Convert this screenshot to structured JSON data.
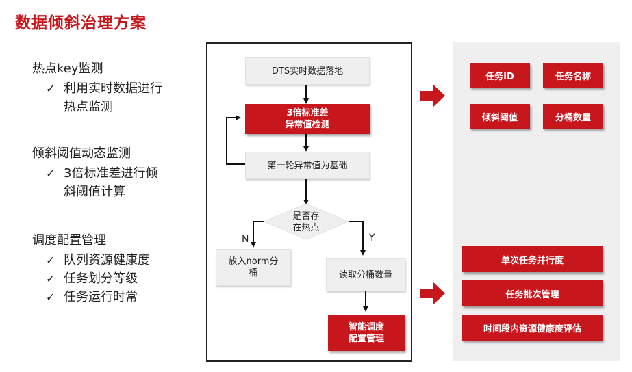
{
  "title": "数据倾斜治理方案",
  "sections": [
    {
      "heading": "热点key监测",
      "bullets": [
        {
          "line1": "利用实时数据进行",
          "line2": "热点监测"
        }
      ]
    },
    {
      "heading": "倾斜阈值动态监测",
      "bullets": [
        {
          "line1": "3倍标准差进行倾",
          "line2": "斜阈值计算"
        }
      ]
    },
    {
      "heading": "调度配置管理",
      "bullets": [
        {
          "line1": "队列资源健康度"
        },
        {
          "line1": "任务划分等级"
        },
        {
          "line1": "任务运行时常"
        }
      ]
    }
  ],
  "check_mark": "✓",
  "flow": {
    "dts": "DTS实时数据落地",
    "detect_line1": "3倍标准差",
    "detect_line2": "异常值检测",
    "first_round": "第一轮异常值为基础",
    "decision_line1": "是否存",
    "decision_line2": "在热点",
    "no_label": "N",
    "yes_label": "Y",
    "norm_line1": "放入norm分",
    "norm_line2": "桶",
    "read_bucket": "读取分桶数量",
    "smart_line1": "智能调度",
    "smart_line2": "配置管理"
  },
  "right_top": [
    "任务ID",
    "任务名称",
    "倾斜阈值",
    "分桶数量"
  ],
  "right_bottom": [
    "单次任务并行度",
    "任务批次管理",
    "时间段内资源健康度评估"
  ],
  "colors": {
    "accent": "#c8161d",
    "panel": "#efefef"
  }
}
